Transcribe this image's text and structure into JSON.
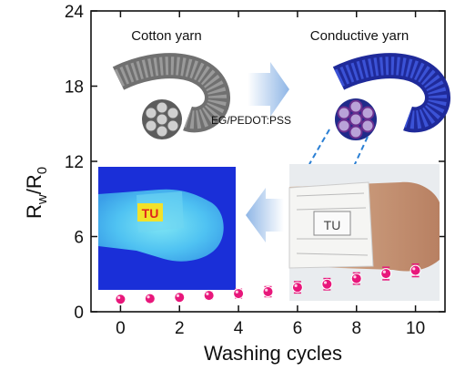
{
  "chart_data": {
    "type": "scatter",
    "xlabel": "Washing cycles",
    "ylabel_main": "R",
    "ylabel_sub1": "w",
    "ylabel_slash": "/R",
    "ylabel_sub2": "0",
    "xlim": [
      -1,
      11
    ],
    "ylim": [
      0,
      24
    ],
    "xticks": [
      0,
      2,
      4,
      6,
      8,
      10
    ],
    "yticks": [
      0,
      6,
      12,
      18,
      24
    ],
    "series": [
      {
        "x": [
          0,
          1,
          2,
          3,
          4,
          5,
          6,
          7,
          8,
          9,
          10
        ],
        "y": [
          1.0,
          1.05,
          1.15,
          1.3,
          1.45,
          1.6,
          1.95,
          2.2,
          2.65,
          3.05,
          3.3
        ],
        "err": [
          0.2,
          0.2,
          0.25,
          0.3,
          0.35,
          0.4,
          0.45,
          0.45,
          0.45,
          0.5,
          0.5
        ],
        "color": "#e8177b"
      }
    ],
    "annotations": {
      "cotton": "Cotton yarn",
      "conductive": "Conductive yarn",
      "coating": "EG/PEDOT:PSS",
      "thermal_text": "TU"
    }
  },
  "colors": {
    "marker": "#e8177b",
    "cotton_fiber": "#6e6e6e",
    "conductive_fiber": "#2a3ab8",
    "conductive_core": "#6a2e8e",
    "arrow": "#a9c9ec",
    "dashed": "#2a7fd4",
    "thermal_bg": "#1a2fd8"
  }
}
